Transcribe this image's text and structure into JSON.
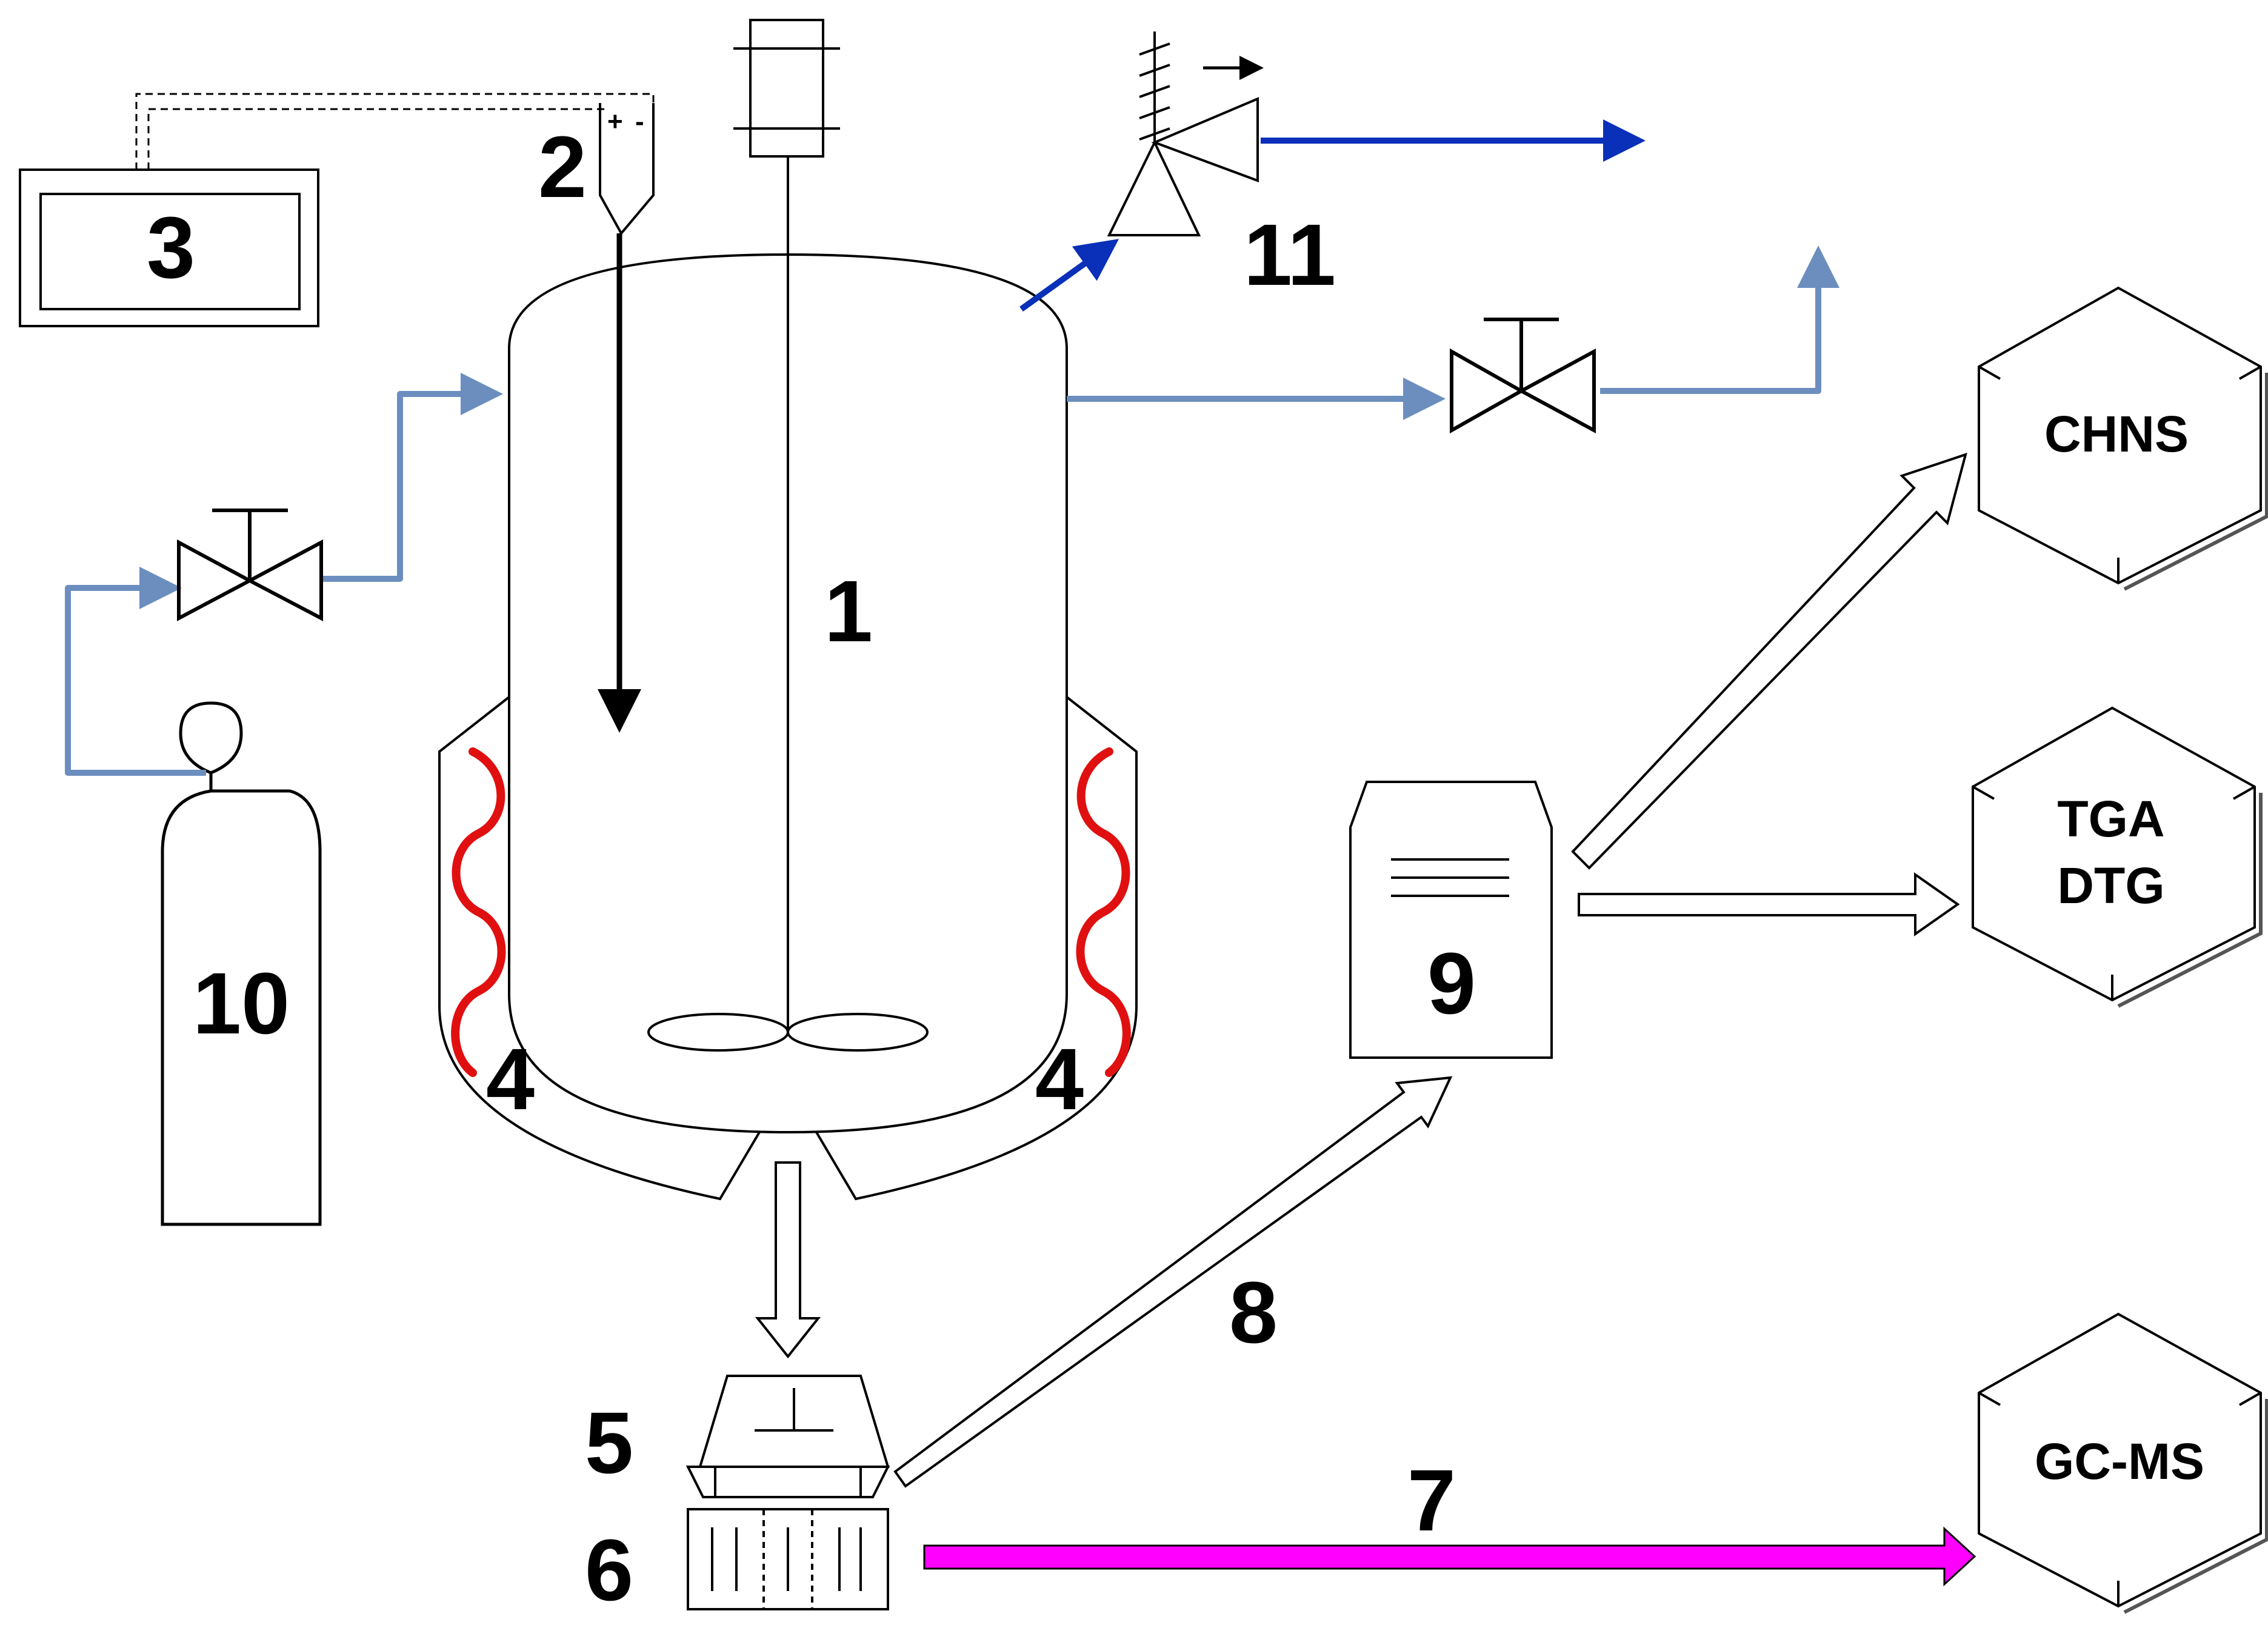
{
  "labels": {
    "reactor": "1",
    "thermocouple": "2",
    "controller": "3",
    "heater": "4",
    "filter": "5",
    "collector": "6",
    "liquid_stream": "7",
    "solid_stream": "8",
    "solid_product": "9",
    "gas_cylinder": "10",
    "gas_meter": "11"
  },
  "analyzers": {
    "chns": "CHNS",
    "tga_line1": "TGA",
    "tga_line2": "DTG",
    "gcms": "GC-MS"
  },
  "thermocouple_signs": {
    "plus": "+",
    "minus": "-"
  },
  "colors": {
    "gas_line": "#6c8ebf",
    "gas_outlet": "#0a2fb8",
    "heater": "#e01010",
    "liquid_arrow": "#ff00ff",
    "stroke": "#000000"
  }
}
